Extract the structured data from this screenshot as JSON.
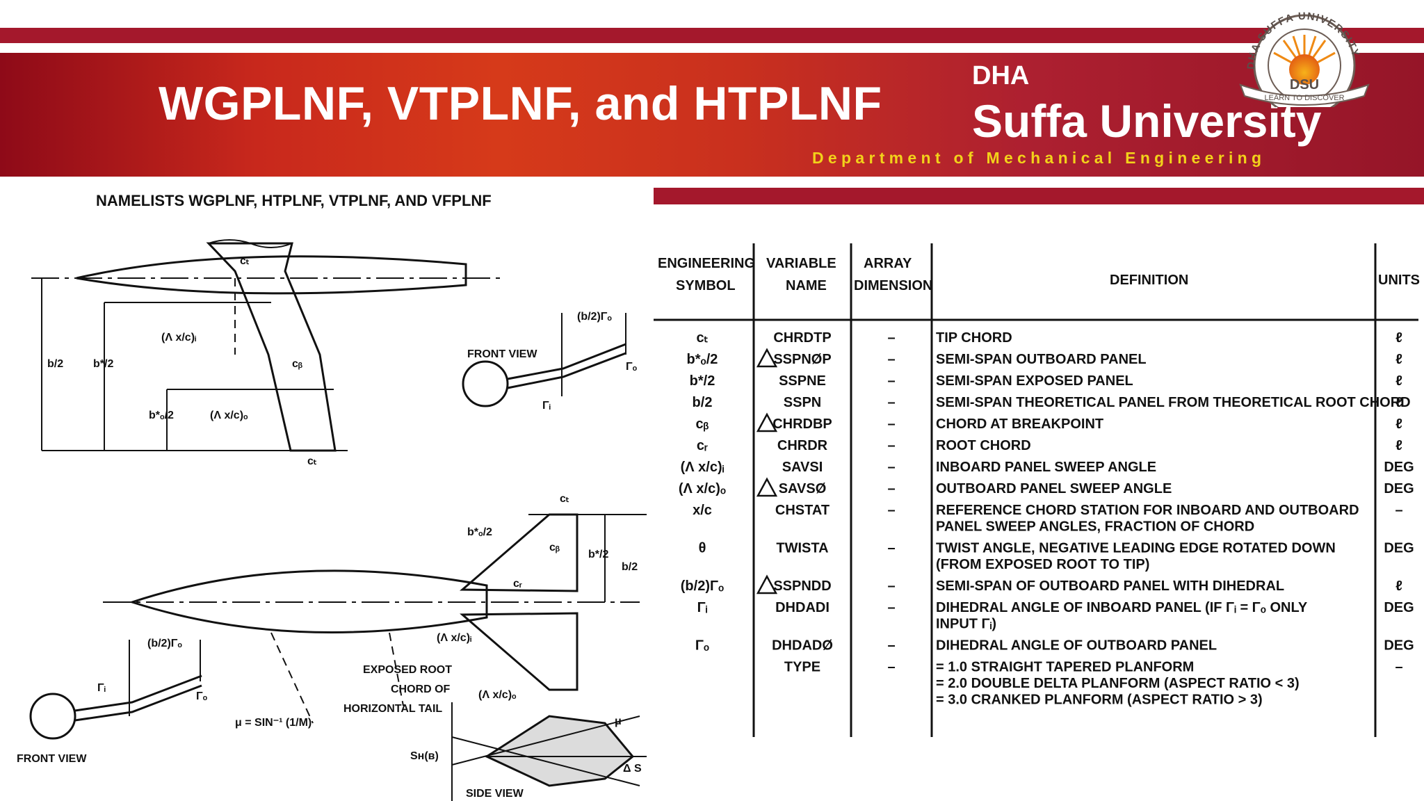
{
  "slide": {
    "title": "WGPLNF, VTPLNF, and HTPLNF"
  },
  "brand": {
    "dha": "DHA",
    "university": "Suffa University",
    "department": "Department of Mechanical Engineering",
    "logo": {
      "arc_text": "DHA SUFFA UNIVERSITY",
      "abbr": "DSU",
      "motto": "LEARN TO DISCOVER"
    }
  },
  "figure": {
    "heading": "NAMELISTS WGPLNF, HTPLNF, VTPLNF, AND VFPLNF",
    "labels": {
      "ct": "cₜ",
      "cr": "cᵣ",
      "cb": "cᵦ",
      "b2": "b/2",
      "bstar2": "b*/2",
      "bo2": "b*ₒ/2",
      "lam_i": "(Λ x/c)ᵢ",
      "lam_o": "(Λ x/c)ₒ",
      "front_view": "FRONT VIEW",
      "side_view": "SIDE VIEW",
      "b2_gamma": "(b/2)Γₒ",
      "gamma_o": "Γₒ",
      "gamma_i": "Γᵢ",
      "exposed_root": "EXPOSED ROOT",
      "chord_of": "CHORD OF",
      "horizontal_tail": "HORIZONTAL TAIL",
      "mu_formula": "μ = SIN⁻¹ (1/M)",
      "mu": "μ",
      "sh": "Sʜ(ʙ)",
      "delta_s": "Δ S"
    }
  },
  "table": {
    "headers": {
      "symbol": [
        "ENGINEERING",
        "SYMBOL"
      ],
      "variable": [
        "VARIABLE",
        "NAME"
      ],
      "array": [
        "ARRAY",
        "DIMENSION"
      ],
      "definition": "DEFINITION",
      "units": "UNITS"
    },
    "rows": [
      {
        "symbol": "cₜ",
        "warn": false,
        "variable": "CHRDTP",
        "array": "–",
        "definition": [
          "TIP CHORD"
        ],
        "units": "ℓ"
      },
      {
        "symbol": "b*ₒ/2",
        "warn": true,
        "variable": "SSPNØP",
        "array": "–",
        "definition": [
          "SEMI-SPAN OUTBOARD PANEL"
        ],
        "units": "ℓ"
      },
      {
        "symbol": "b*/2",
        "warn": false,
        "variable": "SSPNE",
        "array": "–",
        "definition": [
          "SEMI-SPAN EXPOSED PANEL"
        ],
        "units": "ℓ"
      },
      {
        "symbol": "b/2",
        "warn": false,
        "variable": "SSPN",
        "array": "–",
        "definition": [
          "SEMI-SPAN THEORETICAL PANEL FROM THEORETICAL ROOT CHORD"
        ],
        "units": "ℓ"
      },
      {
        "symbol": "cᵦ",
        "warn": true,
        "variable": "CHRDBP",
        "array": "–",
        "definition": [
          "CHORD AT BREAKPOINT"
        ],
        "units": "ℓ"
      },
      {
        "symbol": "cᵣ",
        "warn": false,
        "variable": "CHRDR",
        "array": "–",
        "definition": [
          "ROOT CHORD"
        ],
        "units": "ℓ"
      },
      {
        "symbol": "(Λ x/c)ᵢ",
        "warn": false,
        "variable": "SAVSI",
        "array": "–",
        "definition": [
          "INBOARD PANEL SWEEP ANGLE"
        ],
        "units": "DEG"
      },
      {
        "symbol": "(Λ x/c)ₒ",
        "warn": true,
        "variable": "SAVSØ",
        "array": "–",
        "definition": [
          "OUTBOARD PANEL SWEEP ANGLE"
        ],
        "units": "DEG"
      },
      {
        "symbol": "x/c",
        "warn": false,
        "variable": "CHSTAT",
        "array": "–",
        "definition": [
          "REFERENCE CHORD STATION FOR INBOARD AND OUTBOARD",
          "   PANEL SWEEP ANGLES, FRACTION OF CHORD"
        ],
        "units": "–"
      },
      {
        "symbol": "θ",
        "warn": false,
        "variable": "TWISTA",
        "array": "–",
        "definition": [
          "TWIST ANGLE, NEGATIVE LEADING EDGE ROTATED DOWN",
          "(FROM EXPOSED ROOT TO TIP)"
        ],
        "units": "DEG"
      },
      {
        "symbol": "(b/2)Γₒ",
        "warn": true,
        "variable": "SSPNDD",
        "array": "–",
        "definition": [
          "SEMI-SPAN OF OUTBOARD PANEL WITH DIHEDRAL"
        ],
        "units": "ℓ"
      },
      {
        "symbol": "Γᵢ",
        "warn": false,
        "variable": "DHDADI",
        "array": "–",
        "definition": [
          "DIHEDRAL ANGLE OF INBOARD PANEL (IF Γᵢ = Γₒ ONLY",
          "INPUT Γᵢ)"
        ],
        "units": "DEG"
      },
      {
        "symbol": "Γₒ",
        "warn": false,
        "variable": "DHDADØ",
        "array": "–",
        "definition": [
          "DIHEDRAL ANGLE OF OUTBOARD PANEL"
        ],
        "units": "DEG"
      },
      {
        "symbol": "",
        "warn": false,
        "variable": "TYPE",
        "array": "–",
        "definition": [
          "= 1.0 STRAIGHT TAPERED PLANFORM",
          "= 2.0 DOUBLE DELTA PLANFORM (ASPECT RATIO < 3)",
          "= 3.0 CRANKED PLANFORM (ASPECT RATIO > 3)"
        ],
        "units": "–"
      }
    ]
  }
}
